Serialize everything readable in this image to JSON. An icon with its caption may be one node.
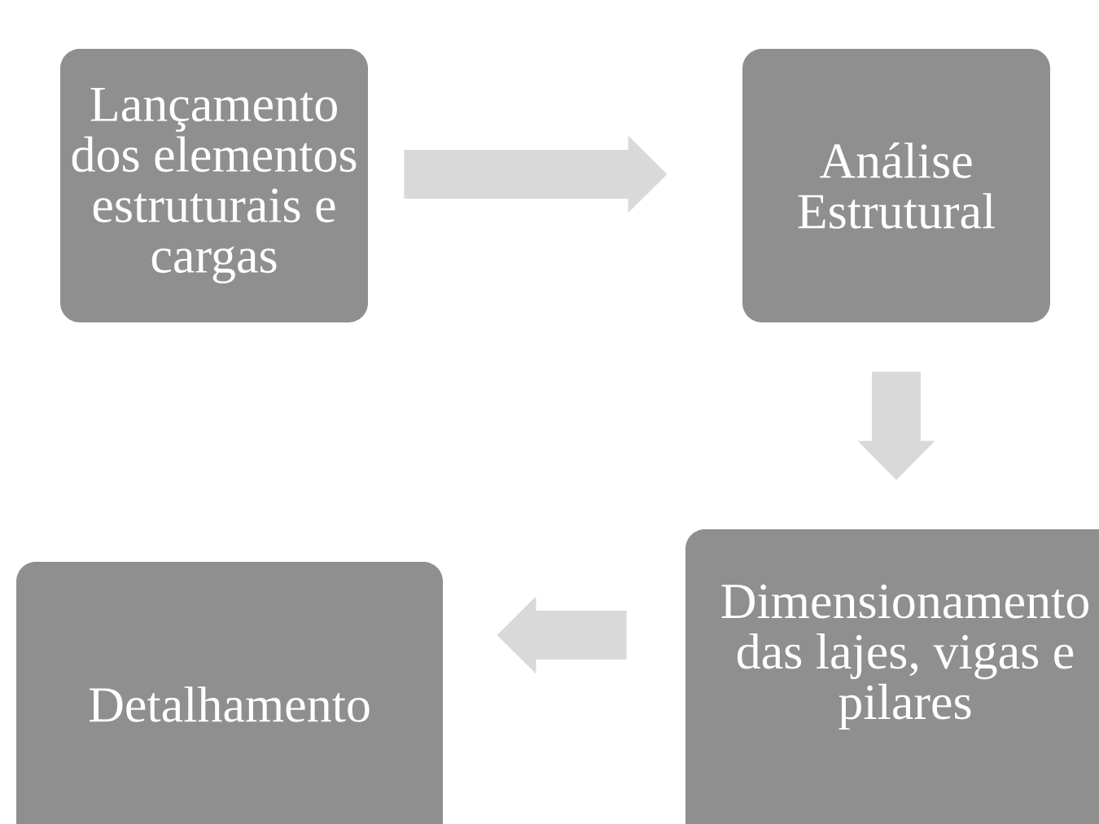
{
  "diagram": {
    "nodes": [
      {
        "text": [
          "Lançamento dos elementos estruturais e cargas"
        ]
      },
      {
        "text": [
          "Análise Estrutural"
        ]
      },
      {
        "text": [
          "Dimensionamento das lajes, vigas e pilares"
        ]
      },
      {
        "text": [
          "Detalhamento"
        ]
      }
    ],
    "edges": [
      {
        "from": 0,
        "to": 1,
        "arrow": "to"
      },
      {
        "from": 1,
        "to": 2,
        "arrow": "to"
      },
      {
        "from": 2,
        "to": 3,
        "arrow": "to"
      }
    ]
  }
}
